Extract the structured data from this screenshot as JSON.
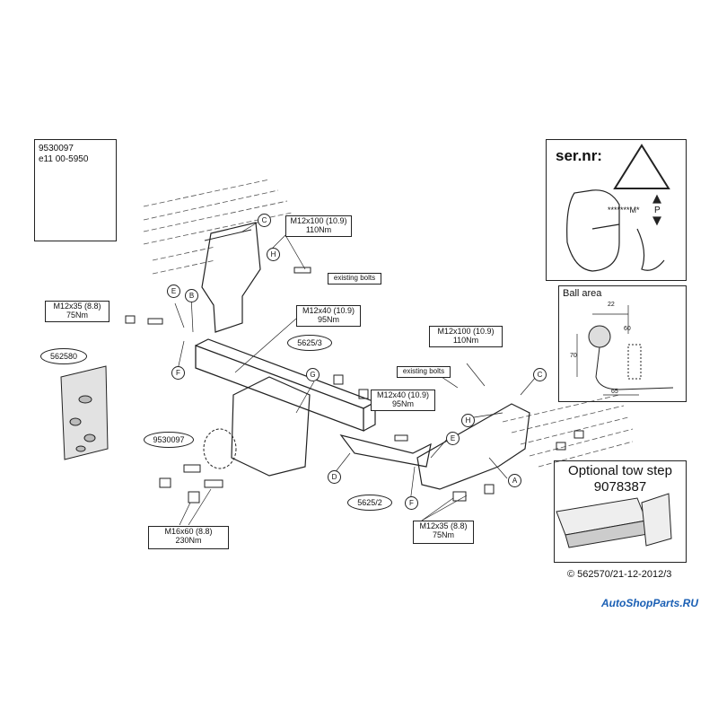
{
  "ball_box": {
    "part": "9530097",
    "approval": "e11 00-5950"
  },
  "torques": {
    "top_m12x100": {
      "spec": "M12x100 (10.9)",
      "nm": "110Nm"
    },
    "left_m12x35": {
      "spec": "M12x35 (8.8)",
      "nm": "75Nm"
    },
    "mid_m12x40": {
      "spec": "M12x40 (10.9)",
      "nm": "95Nm"
    },
    "right_m12x100": {
      "spec": "M12x100 (10.9)",
      "nm": "110Nm"
    },
    "center_m12x40": {
      "spec": "M12x40 (10.9)",
      "nm": "95Nm"
    },
    "bottom_m16x60": {
      "spec": "M16x60 (8.8)",
      "nm": "230Nm"
    },
    "bottom_m12x35": {
      "spec": "M12x35 (8.8)",
      "nm": "75Nm"
    }
  },
  "existing_bolts": {
    "top": "existing bolts",
    "right": "existing bolts"
  },
  "part_numbers": {
    "kit": "562580",
    "crossbar": "5625/3",
    "ball_ref": "9530097",
    "side_plate": "5625/2"
  },
  "letters": {
    "c_top": "C",
    "h_top": "H",
    "e_left": "E",
    "b_left": "B",
    "f_left": "F",
    "g_mid": "G",
    "d_mid": "D",
    "c_right": "C",
    "h_right": "H",
    "e_right": "E",
    "f_right": "F",
    "a_right": "A"
  },
  "serial_panel": {
    "title": "ser.nr:",
    "code": "*******M*",
    "p": "P"
  },
  "ball_area": {
    "title": "Ball area",
    "dim_22": "22",
    "dim_60": "60",
    "dim_70": "70",
    "dim_65": "65"
  },
  "tow_step": {
    "line1": "Optional tow step",
    "line2": "9078387"
  },
  "footer": {
    "copyright": "© 562570/21-12-2012/3"
  },
  "watermark": {
    "brand": "AutoShopParts.RU"
  }
}
